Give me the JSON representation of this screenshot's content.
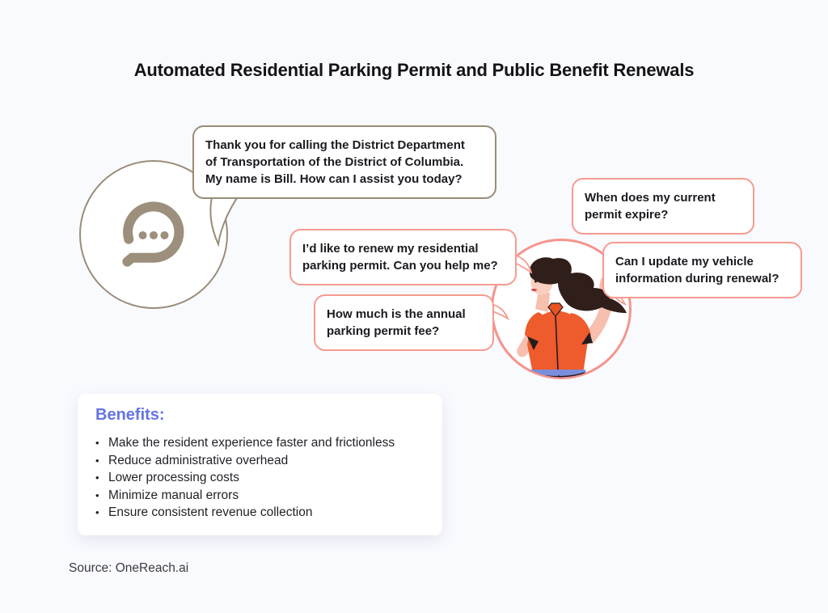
{
  "page": {
    "title": "Automated Residential Parking Permit and Public Benefit Renewals",
    "source": "Source: OneReach.ai"
  },
  "bot": {
    "bubble_text": "Thank you for calling the District Department\nof Transportation of the District of Columbia.\nMy name is Bill. How can I assist you today?"
  },
  "user_bubbles": [
    {
      "text": "When does my current\npermit expire?"
    },
    {
      "text": "I’d like to renew my residential\nparking permit. Can you help me?"
    },
    {
      "text": "Can I update my vehicle\ninformation during renewal?"
    },
    {
      "text": "How much is the annual\nparking permit fee?"
    }
  ],
  "benefits": {
    "heading": "Benefits:",
    "bullet": "•",
    "items": [
      "Make the resident experience faster and frictionless",
      "Reduce administrative overhead",
      "Lower processing costs",
      "Minimize manual errors",
      "Ensure consistent revenue collection"
    ]
  },
  "colors": {
    "background": "#f9fafe",
    "bot_border": "#998c74",
    "bot_logo": "#9c8f7b",
    "user_border": "#f79a90",
    "benefits_heading": "#6474e1",
    "shirt_orange": "#ee5b2c",
    "jeans_blue": "#7b8edb",
    "hair_brown": "#301e1b",
    "skin": "#f6bfae"
  }
}
